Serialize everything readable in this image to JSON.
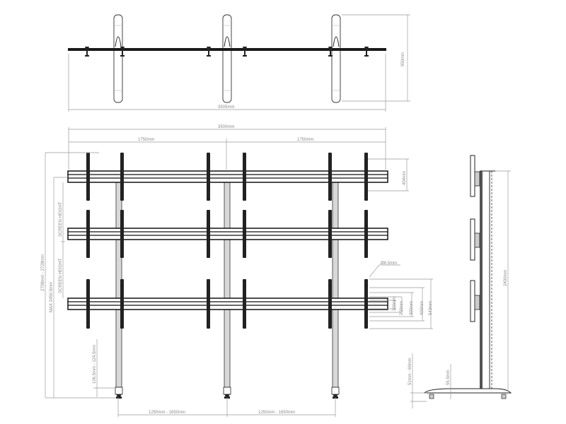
{
  "drawing": {
    "type": "video wall floor stand technical drawing",
    "views": [
      "top-view",
      "front-view",
      "side-view"
    ]
  },
  "top_view": {
    "width_label": "3505mm",
    "depth_label": "950mm"
  },
  "front_view": {
    "overall_width_label": "3500mm",
    "half_width_left_label": "1750mm",
    "half_width_right_label": "1750mm",
    "bar_height_label": "404mm",
    "overall_height_label": "2708mm - 2728mm",
    "max_height_label": "MAX 2450.5mm",
    "screen_height_1_label": "SCREEN HEIGHT",
    "screen_height_2_label": "SCREEN HEIGHT",
    "foot_height_label": "106.5mm - 124.5mm",
    "post_spacing_left_label": "1250mm - 1650mm",
    "post_spacing_right_label": "1250mm - 1650mm",
    "hole_diameter_label": "Ø8.5mm",
    "vesa_labels": [
      "100mm",
      "200mm",
      "300mm",
      "400mm",
      "543mm"
    ]
  },
  "side_view": {
    "height_label": "2400mm",
    "foot_range_label": "51mm - 69mm",
    "base_height_label": "55.5mm"
  }
}
